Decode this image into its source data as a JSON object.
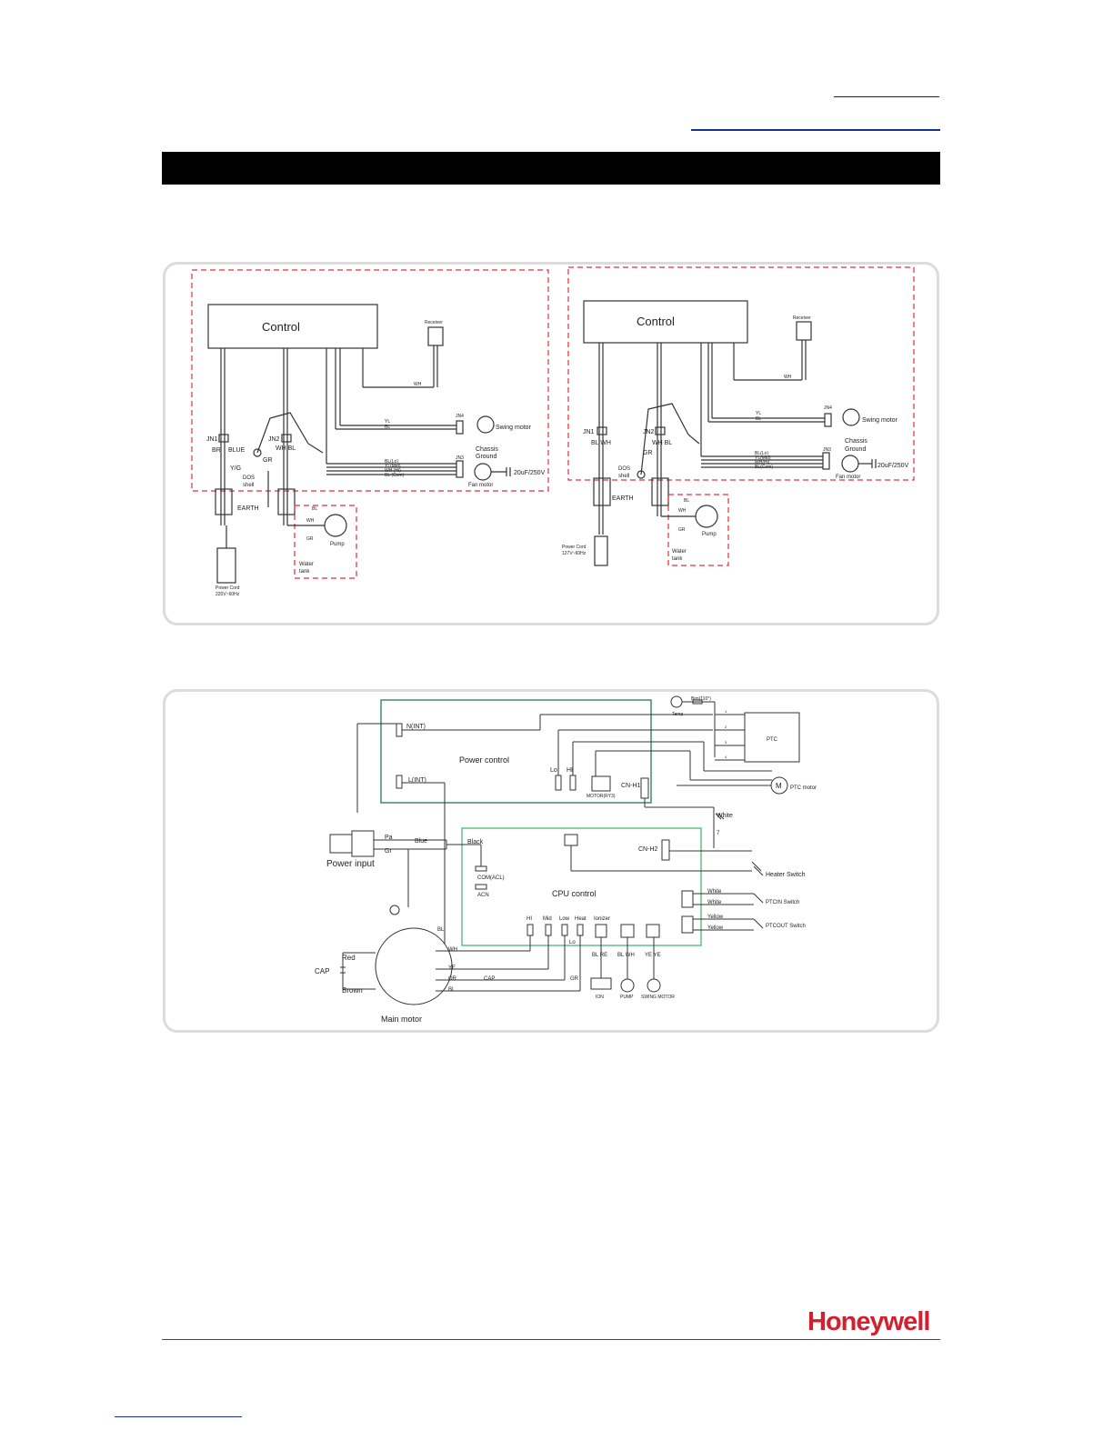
{
  "brand": {
    "logo_text": "Honeywell",
    "color": "#d3202f"
  },
  "diagram1": {
    "left": {
      "control": "Control",
      "receiver": "Receiver",
      "wh": "WH",
      "yl": "YL",
      "bl": "BL",
      "jn4": "JN4",
      "swing_motor": "Swing motor",
      "chassis_ground": [
        "Chassis",
        "Ground"
      ],
      "jn1": "JN1",
      "jn2": "JN2",
      "br": "BR",
      "blue": "BLUE",
      "gr": "GR",
      "yg": "Y/G",
      "whbl": "WH BL",
      "dos_shell": [
        "DOS",
        "shell"
      ],
      "fan_wires": [
        "BL(Lo)",
        "YL(Mid)",
        "WH (Hi)",
        "BL (Com)"
      ],
      "jn3": "JN3",
      "cap": "20uF/250V",
      "fan_motor": "Fan motor",
      "earth": "EARTH",
      "pump_wires": [
        "BL",
        "WH",
        "GR"
      ],
      "pump": "Pump",
      "water_tank": [
        "Water",
        "tank"
      ],
      "power_cord": [
        "Power Cord",
        "220V~60Hz"
      ]
    },
    "right": {
      "control": "Control",
      "receiver": "Receiver",
      "wh": "WH",
      "jn4": "JN4",
      "yl": "YL",
      "bl": "BL",
      "swing_motor": "Swing motor",
      "chassis_ground": [
        "Chassis",
        "Ground"
      ],
      "jn1": "JN1",
      "jn2": "JN2",
      "bl_wh": "BL  WH",
      "whbl": "WH BL",
      "gr": "GR",
      "dos_shell": [
        "DOS",
        "shell"
      ],
      "fan_wires": [
        "BL(Lo)",
        "YL(Mid)",
        "WH(Hi)",
        "BL(Com)"
      ],
      "jn3": "JN3",
      "cap": "20uF/250V",
      "fan_motor": "Fan motor",
      "earth": "EARTH",
      "pump_wires": [
        "BL",
        "WH",
        "GR"
      ],
      "pump": "Pump",
      "water_tank": [
        "Water",
        "tank"
      ],
      "power_cord": [
        "Power Cord",
        "127V~60Hz"
      ]
    }
  },
  "diagram2": {
    "n_int": "N(INT)",
    "l_int": "L(INT)",
    "power_control": "Power control",
    "lo": "Lo",
    "hi": "HI",
    "motor_ry": "MOTOR(RY3)",
    "cn_h1": "CN-H1",
    "temp": "Temp",
    "fuse": "Bim(110°)",
    "ptc": "PTC",
    "ptc_pins": [
      "1",
      "2",
      "3",
      "4"
    ],
    "ptc_motor": "PTC motor",
    "m": "M",
    "white": "White",
    "seven": "7",
    "power_input": "Power input",
    "pa": "Pa",
    "gr_plug": "Gr",
    "blue": "Blue",
    "black": "Black",
    "com_acl": "COM(ACL)",
    "acn": "ACN",
    "cn_h2": "CN-H2",
    "cpu_control": "CPU control",
    "heater_switch": "Heater Switch",
    "ptcin_white": [
      "White",
      "White"
    ],
    "ptcin_switch": "PTCIN Switch",
    "ptcout_yellow": [
      "Yellow",
      "Yellow"
    ],
    "ptcout_switch": "PTCOUT Switch",
    "speed_labels": [
      "HI",
      "Mid",
      "Low",
      "Heat",
      "Ionizer"
    ],
    "bl_wire": "BL",
    "wh": "WH",
    "ye": "YE",
    "or": "OR",
    "bl": "BL",
    "cap_label": "CAP",
    "gr_wire": "GR",
    "red": "Red",
    "brown": "Brown",
    "cap_main": "CAP",
    "main_motor": "Main motor",
    "conn_labels": [
      "BL RE",
      "BL WH",
      "YE YE"
    ],
    "ion": "ION",
    "pump": "PUMP",
    "swing_motor": "SWING MOTOR"
  }
}
